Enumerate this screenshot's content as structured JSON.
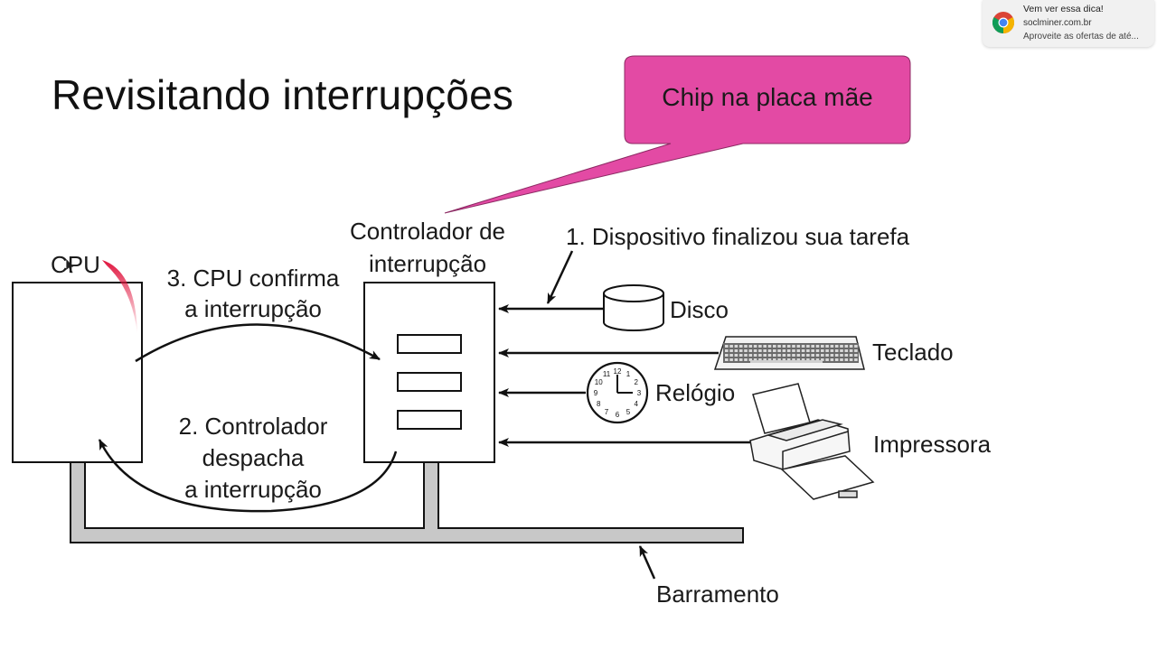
{
  "slide": {
    "title": "Revisitando interrupções",
    "callout": {
      "text": "Chip na placa mãe",
      "color": "#e34aa4"
    }
  },
  "diagram": {
    "cpu_label": "CPU",
    "controller_label_line1": "Controlador de",
    "controller_label_line2": "interrupção",
    "step1": "1. Dispositivo finalizou sua tarefa",
    "step2_line1": "2. Controlador",
    "step2_line2": "despacha",
    "step2_line3": "a interrupção",
    "step3_line1": "3. CPU confirma",
    "step3_line2": "a interrupção",
    "devices": [
      {
        "name": "Disco",
        "icon": "disk-icon"
      },
      {
        "name": "Teclado",
        "icon": "keyboard-icon"
      },
      {
        "name": "Relógio",
        "icon": "clock-icon"
      },
      {
        "name": "Impressora",
        "icon": "printer-icon"
      }
    ],
    "bus_label": "Barramento",
    "clock_numbers": [
      "12",
      "1",
      "2",
      "3",
      "4",
      "5",
      "6",
      "7",
      "8",
      "9",
      "10",
      "11"
    ],
    "annotation_color": "#e0163f"
  },
  "notification": {
    "title": "Vem ver essa dica!",
    "source": "soclminer.com.br",
    "message": "Aproveite as ofertas de até..."
  }
}
